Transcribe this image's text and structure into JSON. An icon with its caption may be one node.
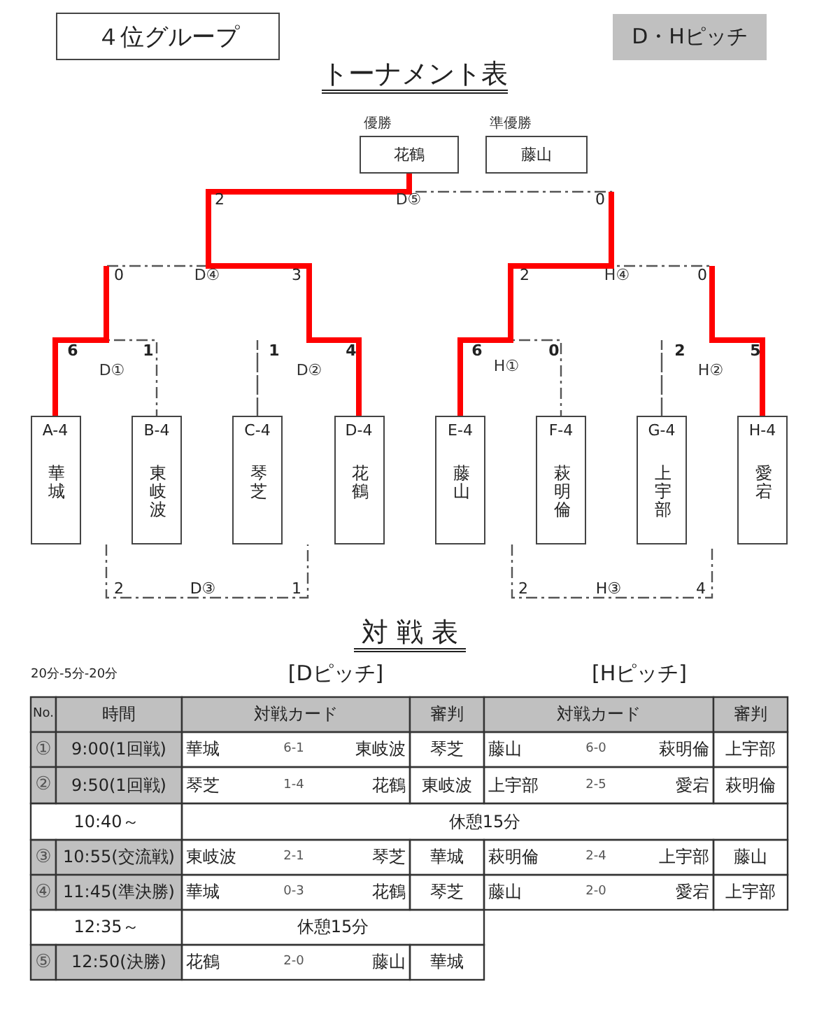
{
  "diagram": {
    "title": "トーナメント表",
    "nodes": [
      {
        "text": [
          "４位グループ"
        ]
      },
      {
        "text": [
          "D・Hピッチ"
        ]
      },
      {
        "text": [
          "花鶴"
        ],
        "beside": [
          "優勝"
        ]
      },
      {
        "text": [
          "藤山"
        ],
        "beside": [
          "準優勝"
        ]
      },
      {
        "text": [
          "A-4",
          "華城"
        ]
      },
      {
        "text": [
          "B-4",
          "東岐波"
        ]
      },
      {
        "text": [
          "C-4",
          "琴芝"
        ]
      },
      {
        "text": [
          "D-4",
          "花鶴"
        ]
      },
      {
        "text": [
          "E-4",
          "藤山"
        ]
      },
      {
        "text": [
          "F-4",
          "萩明倫"
        ]
      },
      {
        "text": [
          "G-4",
          "上宇部"
        ]
      },
      {
        "text": [
          "H-4",
          "愛宕"
        ]
      }
    ],
    "edges": [
      {
        "from": 4,
        "to": 5,
        "arrow": "none",
        "style": "dashed",
        "label": "D①"
      },
      {
        "from": 6,
        "to": 7,
        "arrow": "none",
        "style": "dashed",
        "label": "D②"
      },
      {
        "from": 8,
        "to": 9,
        "arrow": "none",
        "style": "dashed",
        "label": "H①"
      },
      {
        "from": 10,
        "to": 11,
        "arrow": "none",
        "style": "dashed",
        "label": "H②"
      },
      {
        "from": 4,
        "to": 7,
        "arrow": "none",
        "style": "dashed",
        "label": "D④"
      },
      {
        "from": 8,
        "to": 11,
        "arrow": "none",
        "style": "dashed",
        "label": "H④"
      },
      {
        "from": 8,
        "to": 7,
        "arrow": "none",
        "style": "dashed",
        "label": "D⑤"
      },
      {
        "from": 7,
        "to": 2,
        "arrow": "none",
        "style": "thick",
        "color": "#ff0000"
      }
    ],
    "labels": [
      "2",
      "0",
      "0",
      "3",
      "2",
      "0",
      "6",
      "1",
      "1",
      "4",
      "6",
      "0",
      "2",
      "5",
      "2",
      "D③",
      "1",
      "2",
      "H③",
      "4",
      "対 戦 表",
      "20分-5分-20分",
      "[Dピッチ]",
      "[Hピッチ]",
      "No.",
      "時間",
      "対戦カード",
      "審判",
      "対戦カード",
      "審判",
      "①",
      "9:00(1回戦)",
      "華城",
      "6-1",
      "東岐波",
      "琴芝",
      "藤山",
      "6-0",
      "萩明倫",
      "上宇部",
      "②",
      "9:50(1回戦)",
      "琴芝",
      "1-4",
      "花鶴",
      "東岐波",
      "上宇部",
      "2-5",
      "愛宕",
      "萩明倫",
      "10:40～",
      "休憩15分",
      "③",
      "10:55(交流戦)",
      "東岐波",
      "2-1",
      "琴芝",
      "華城",
      "萩明倫",
      "2-4",
      "上宇部",
      "藤山",
      "④",
      "11:45(準決勝)",
      "華城",
      "0-3",
      "花鶴",
      "琴芝",
      "藤山",
      "2-0",
      "愛宕",
      "上宇部",
      "12:35～",
      "休憩15分",
      "⑤",
      "12:50(決勝)",
      "花鶴",
      "2-0",
      "藤山",
      "華城"
    ]
  }
}
